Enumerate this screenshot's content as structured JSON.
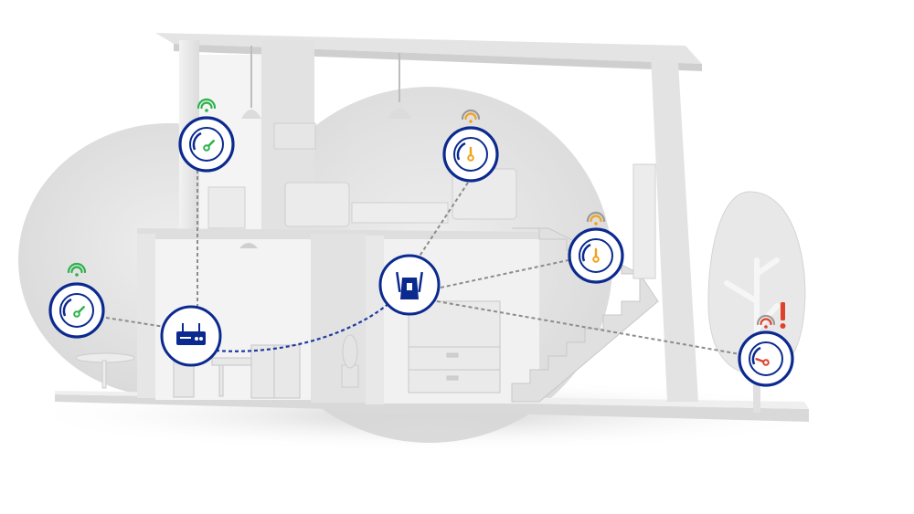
{
  "scene": {
    "description_colors": {
      "background": "#ffffff",
      "house": "#e9e9e9",
      "house_shade": "#d2d2d2",
      "coverage_bubble": "#dcdcdc",
      "badge_ring": "#0b2a8f",
      "link_line": "#1f3a9e",
      "weak_link_line": "#8c8c8c",
      "good_signal": "#2bb34a",
      "medium_signal": "#f0a21a",
      "bad_signal": "#e0402a"
    }
  },
  "devices": [
    {
      "id": "router",
      "icon": "router-icon"
    },
    {
      "id": "extender",
      "icon": "wifi-extender-icon"
    }
  ],
  "signal_gauges": [
    {
      "id": "upstairs-left",
      "level": "strong",
      "icon": "speed-gauge-icon"
    },
    {
      "id": "upstairs-middle",
      "level": "medium",
      "icon": "speed-gauge-icon"
    },
    {
      "id": "stairs",
      "level": "medium",
      "icon": "speed-gauge-icon"
    },
    {
      "id": "left-outside",
      "level": "strong",
      "icon": "speed-gauge-icon"
    },
    {
      "id": "garden",
      "level": "weak",
      "icon": "speed-gauge-icon",
      "warning_icon": "exclamation-icon"
    }
  ]
}
